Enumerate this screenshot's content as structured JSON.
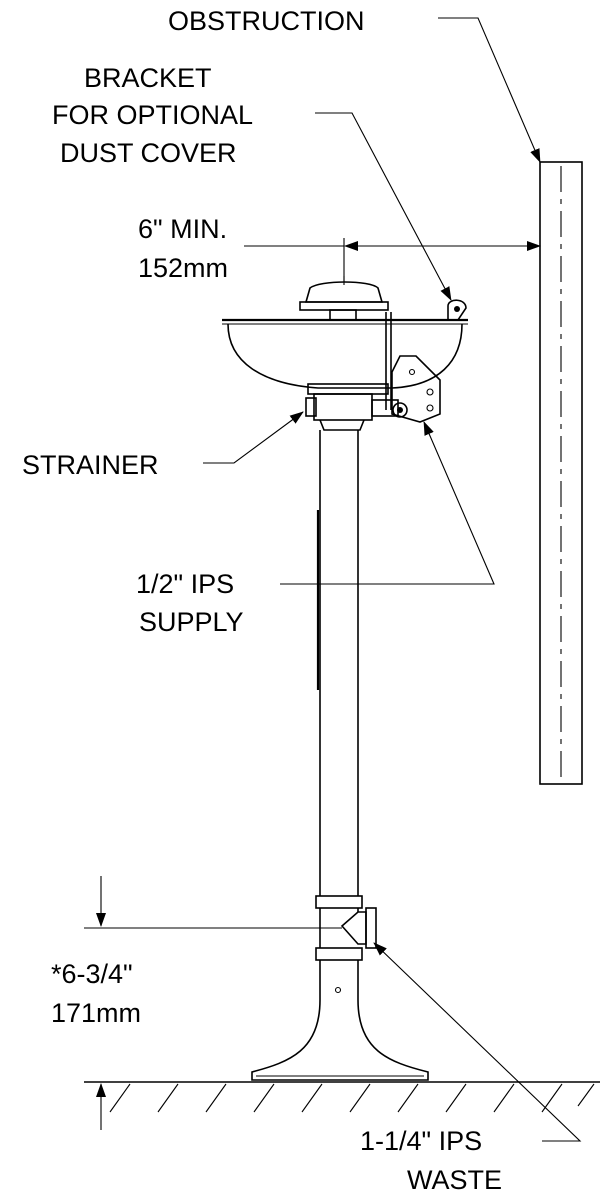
{
  "labels": {
    "obstruction": "OBSTRUCTION",
    "bracket_line1": "BRACKET",
    "bracket_line2": "FOR OPTIONAL",
    "bracket_line3": "DUST COVER",
    "min_clearance_in": "6\" MIN.",
    "min_clearance_mm": "152mm",
    "strainer": "STRAINER",
    "supply_line1": "1/2\" IPS",
    "supply_line2": "SUPPLY",
    "waste_height_in": "*6-3/4\"",
    "waste_height_mm": "171mm",
    "waste_line1": "1-1/4\" IPS",
    "waste_line2": "WASTE"
  }
}
